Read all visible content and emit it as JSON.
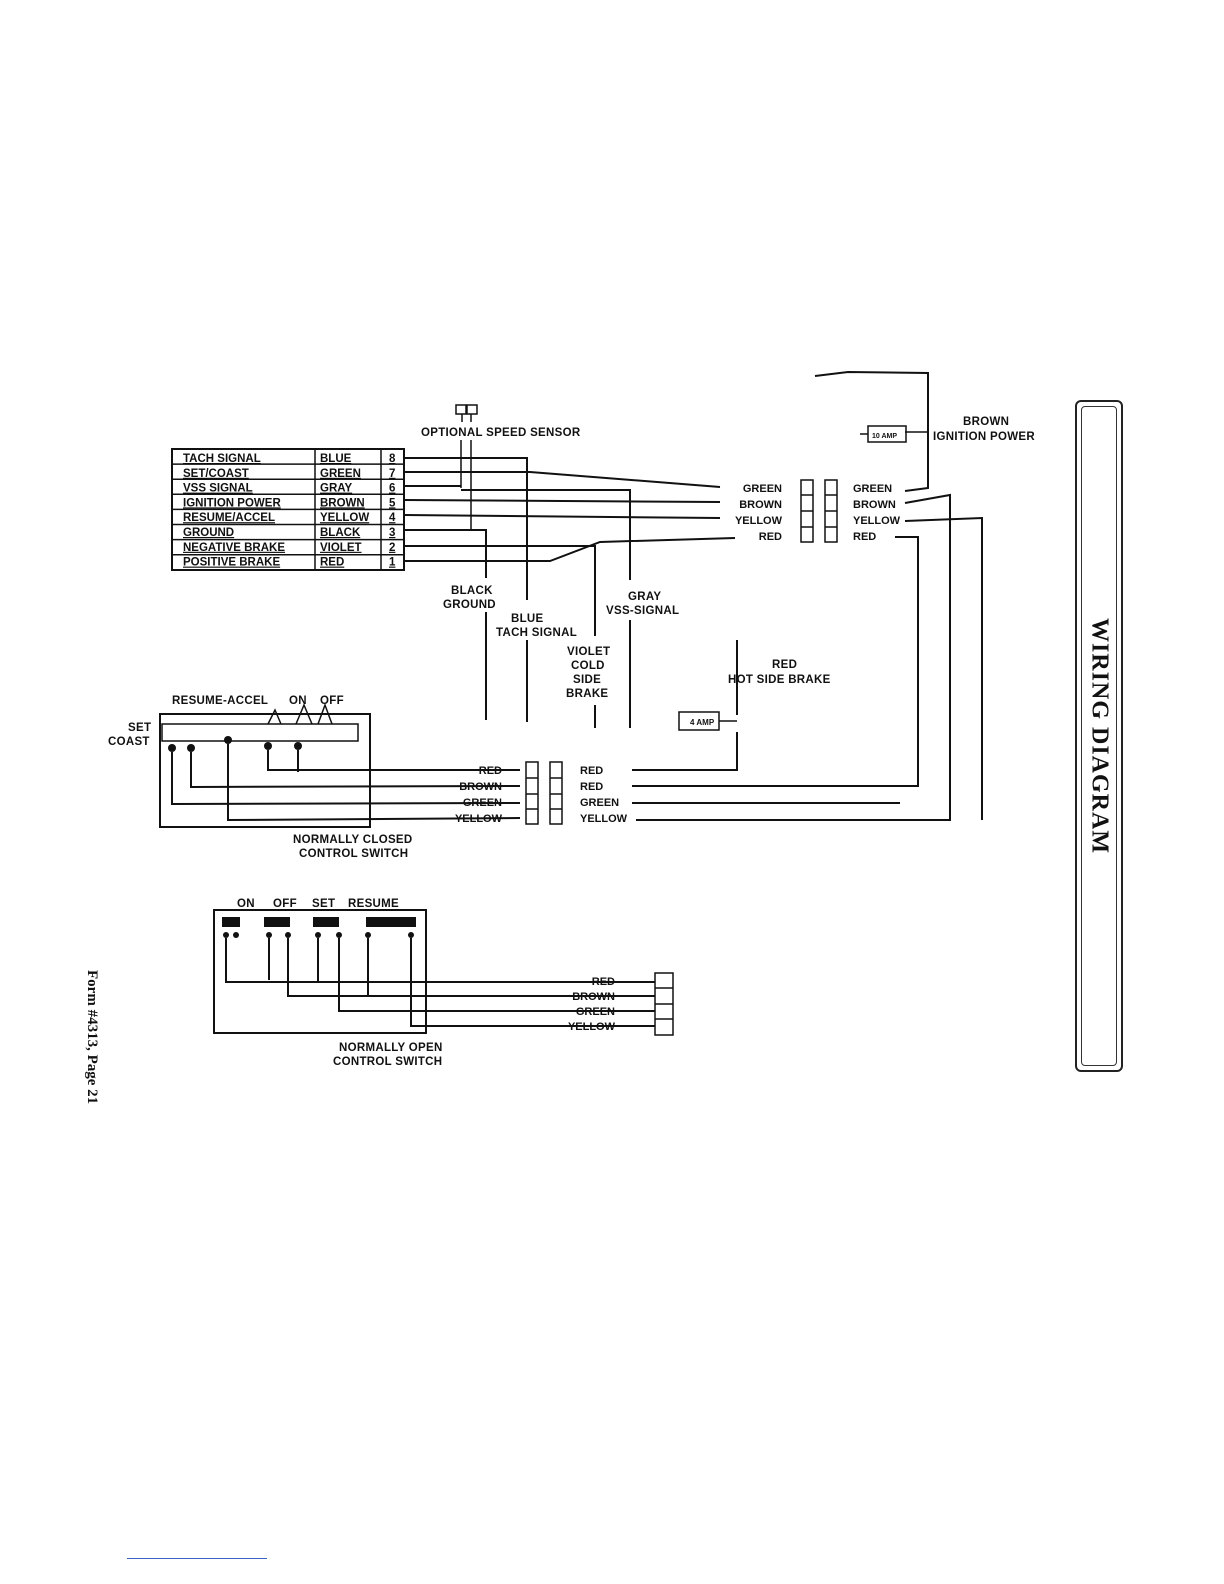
{
  "title": "WIRING DIAGRAM",
  "footer": "Form #4313, Page 21",
  "optional_sensor_label": "OPTIONAL SPEED SENSOR",
  "harness_table": [
    {
      "function": "TACH SIGNAL",
      "color": "BLUE",
      "pin": "8"
    },
    {
      "function": "SET/COAST",
      "color": "GREEN",
      "pin": "7"
    },
    {
      "function": "VSS SIGNAL",
      "color": "GRAY",
      "pin": "6"
    },
    {
      "function": "IGNITION POWER",
      "color": "BROWN",
      "pin": "5"
    },
    {
      "function": "RESUME/ACCEL",
      "color": "YELLOW",
      "pin": "4"
    },
    {
      "function": "GROUND",
      "color": "BLACK",
      "pin": "3"
    },
    {
      "function": "NEGATIVE BRAKE",
      "color": "VIOLET",
      "pin": "2"
    },
    {
      "function": "POSITIVE BRAKE",
      "color": "RED",
      "pin": "1"
    }
  ],
  "ignition": {
    "line1": "BROWN",
    "line2": "IGNITION POWER",
    "fuse": "10 AMP"
  },
  "main_connector_left": [
    "GREEN",
    "BROWN",
    "YELLOW",
    "RED"
  ],
  "main_connector_right": [
    "GREEN",
    "BROWN",
    "YELLOW",
    "RED"
  ],
  "drop_labels": {
    "black": [
      "BLACK",
      "GROUND"
    ],
    "blue": [
      "BLUE",
      "TACH SIGNAL"
    ],
    "gray": [
      "GRAY",
      "VSS-SIGNAL"
    ],
    "violet": [
      "VIOLET",
      "COLD",
      "SIDE",
      "BRAKE"
    ],
    "red": [
      "RED",
      "HOT SIDE BRAKE"
    ]
  },
  "brake_fuse": "4 AMP",
  "nc_switch": {
    "buttons": [
      "RESUME-ACCEL",
      "ON",
      "OFF"
    ],
    "side": [
      "SET",
      "COAST"
    ],
    "caption": [
      "NORMALLY CLOSED",
      "CONTROL SWITCH"
    ],
    "connector_left": [
      "RED",
      "BROWN",
      "GREEN",
      "YELLOW"
    ],
    "connector_right": [
      "RED",
      "RED",
      "GREEN",
      "YELLOW"
    ]
  },
  "no_switch": {
    "buttons": [
      "ON",
      "OFF",
      "SET",
      "RESUME"
    ],
    "caption": [
      "NORMALLY OPEN",
      "CONTROL SWITCH"
    ],
    "connector": [
      "RED",
      "BROWN",
      "GREEN",
      "YELLOW"
    ]
  }
}
